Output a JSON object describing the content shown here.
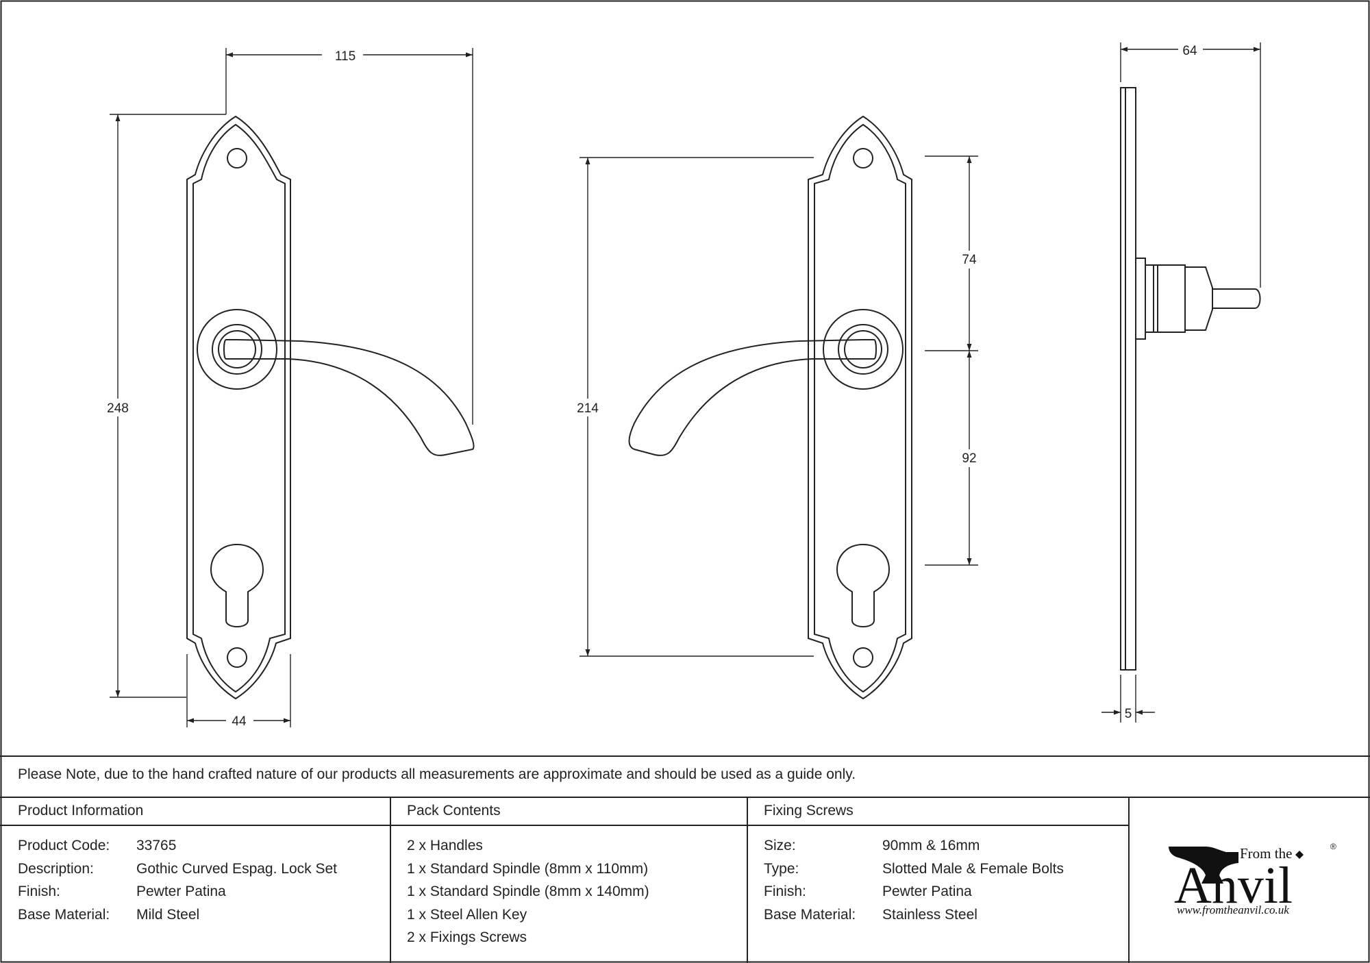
{
  "dimensions": {
    "front_width_top": "115",
    "front_height": "248",
    "front_plate_width": "44",
    "back_height": "214",
    "back_upper": "74",
    "back_lower": "92",
    "side_depth": "64",
    "side_plate": "5"
  },
  "note": "Please Note, due to the hand crafted nature of our products all measurements are approximate and should be used as a guide only.",
  "product_info": {
    "header": "Product Information",
    "rows": [
      {
        "label": "Product Code:",
        "value": "33765"
      },
      {
        "label": "Description:",
        "value": "Gothic Curved Espag. Lock Set"
      },
      {
        "label": "Finish:",
        "value": "Pewter Patina"
      },
      {
        "label": "Base Material:",
        "value": "Mild Steel"
      }
    ]
  },
  "pack_contents": {
    "header": "Pack Contents",
    "items": [
      "2 x Handles",
      "1 x Standard Spindle (8mm x 110mm)",
      "1 x Standard Spindle (8mm x 140mm)",
      "1 x Steel Allen Key",
      "2 x Fixings Screws"
    ]
  },
  "fixing_screws": {
    "header": "Fixing Screws",
    "rows": [
      {
        "label": "Size:",
        "value": "90mm & 16mm"
      },
      {
        "label": "Type:",
        "value": "Slotted Male & Female Bolts"
      },
      {
        "label": "Finish:",
        "value": "Pewter Patina"
      },
      {
        "label": "Base Material:",
        "value": "Stainless Steel"
      }
    ]
  },
  "logo": {
    "from_the": "From the",
    "anvil": "Anvil",
    "registered": "®",
    "url": "www.fromtheanvil.co.uk"
  }
}
